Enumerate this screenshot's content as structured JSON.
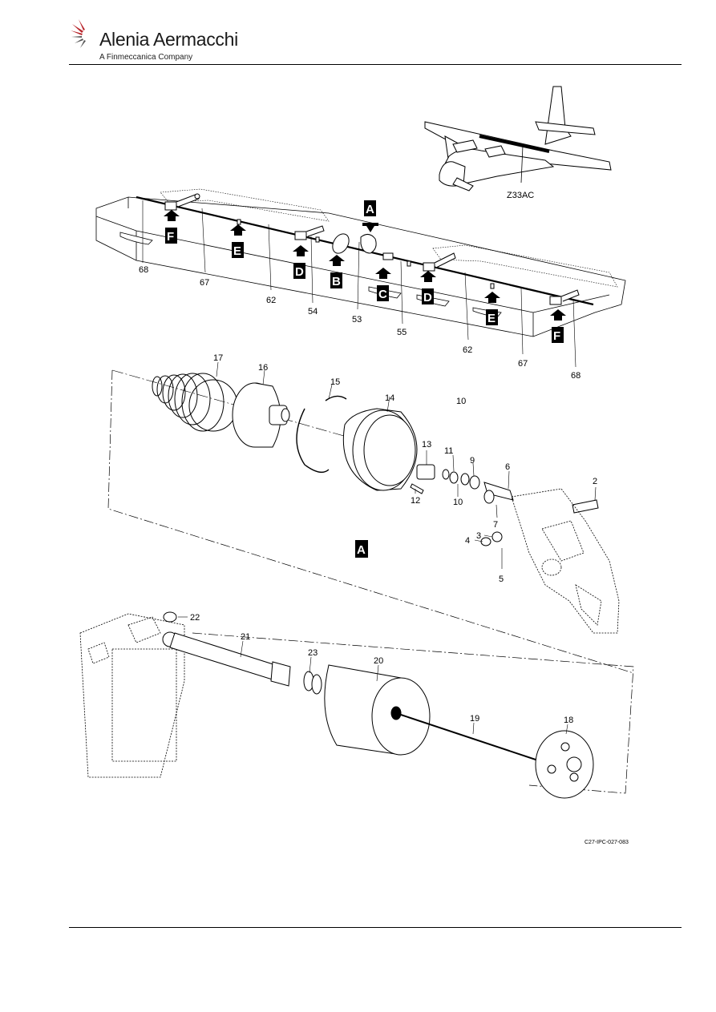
{
  "header": {
    "company": "Alenia Aermacchi",
    "subtitle": "A Finmeccanica Company"
  },
  "figure": {
    "zone_label": "Z33AC",
    "view_label": "A",
    "figure_ref": "C27-IPC-027-083",
    "wing_callouts": [
      "68",
      "67",
      "62",
      "54",
      "53",
      "55",
      "62",
      "67",
      "68"
    ],
    "wing_detail_letters": [
      "F",
      "E",
      "D",
      "B",
      "A",
      "C",
      "D",
      "E",
      "F"
    ],
    "detail_callouts": [
      "17",
      "16",
      "15",
      "14",
      "10",
      "13",
      "11",
      "9",
      "6",
      "2",
      "12",
      "10",
      "7",
      "3",
      "4",
      "5"
    ],
    "lower_callouts": [
      "22",
      "21",
      "23",
      "20",
      "19",
      "18"
    ]
  }
}
